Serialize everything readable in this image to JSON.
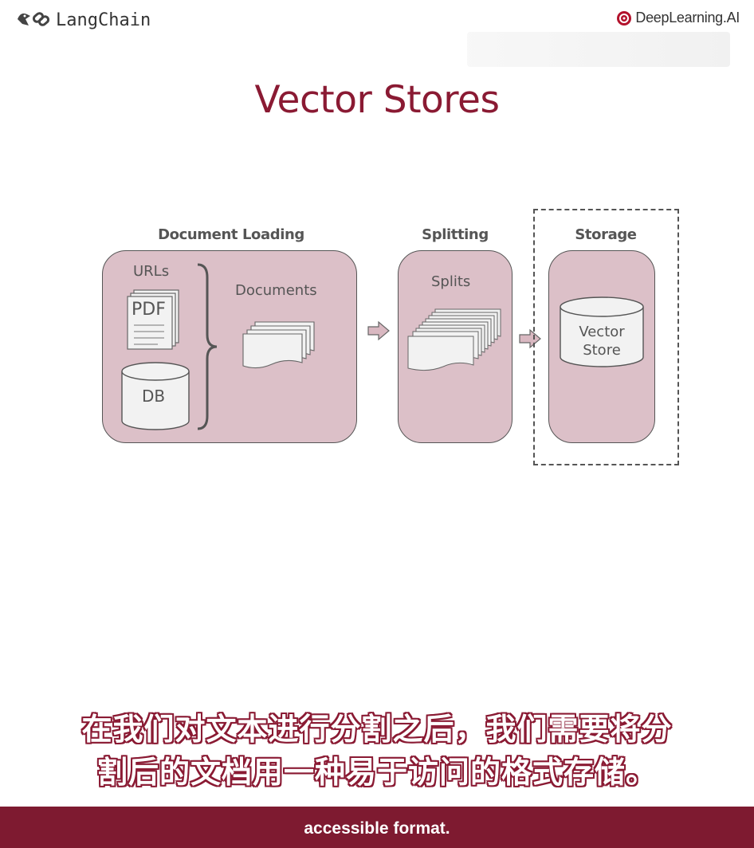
{
  "header": {
    "left_logo": "LangChain",
    "right_logo": "DeepLearning.AI"
  },
  "slide": {
    "title": "Vector Stores"
  },
  "diagram": {
    "stages": [
      {
        "label": "Document Loading"
      },
      {
        "label": "Splitting"
      },
      {
        "label": "Storage"
      }
    ],
    "loading": {
      "urls_label": "URLs",
      "pdf_label": "PDF",
      "db_label": "DB",
      "documents_label": "Documents"
    },
    "splitting": {
      "splits_label": "Splits"
    },
    "storage": {
      "store_line1": "Vector",
      "store_line2": "Store"
    },
    "colors": {
      "panel_fill": "#dcc0c8",
      "title_color": "#8a1a33"
    }
  },
  "subtitles": {
    "cn_line1": "在我们对文本进行分割之后，我们需要将分",
    "cn_line2": "割后的文档用一种易于访问的格式存储。",
    "en": "accessible format."
  }
}
